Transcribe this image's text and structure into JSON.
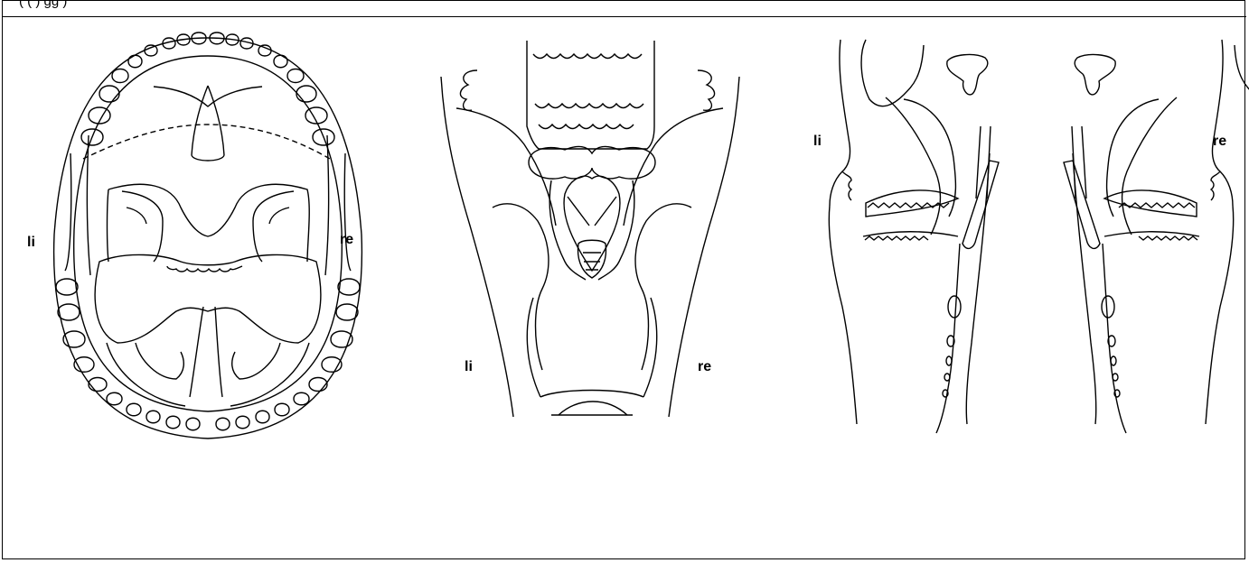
{
  "header": {
    "text": "(                (  ) gg                    )"
  },
  "diagrams": {
    "mouth": {
      "left_label": "li",
      "right_label": "re"
    },
    "larynx": {
      "left_label": "li",
      "right_label": "re"
    },
    "sagittal": {
      "left_label": "li",
      "right_label": "re"
    }
  }
}
